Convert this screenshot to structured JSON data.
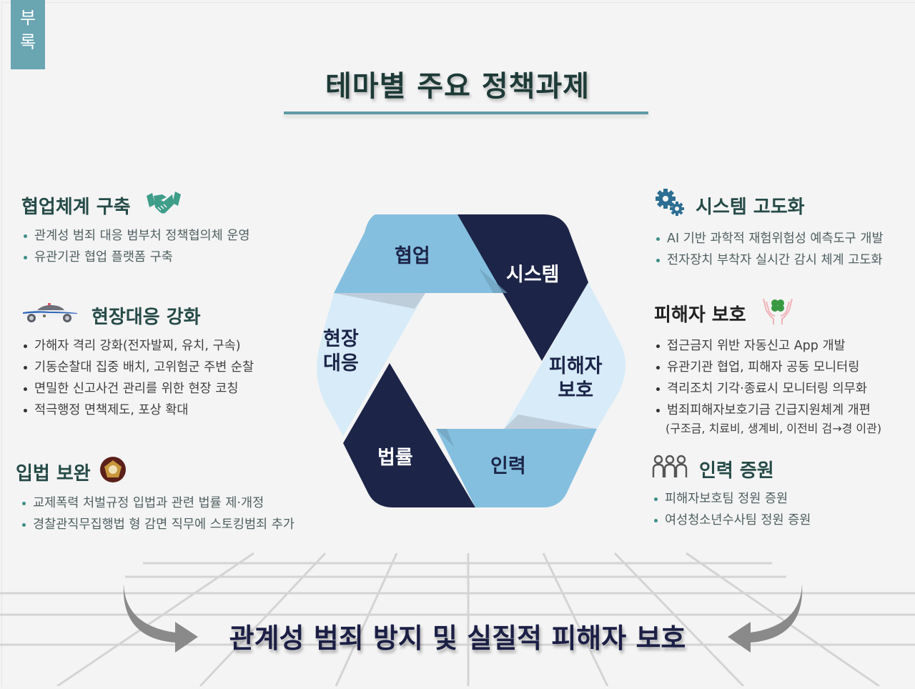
{
  "tag": {
    "chars": [
      "부",
      "록"
    ],
    "color": "#6aa5b2"
  },
  "title": "테마별 주요 정책과제",
  "left_sections": [
    {
      "heading": "협업체계 구축",
      "icon": "handshake-icon",
      "items": [
        "관계성 범죄 대응 범부처 정책협의체 운영",
        "유관기관 협업 플랫폼 구축"
      ]
    },
    {
      "heading": "현장대응 강화",
      "icon": "police-car-icon",
      "items": [
        "가해자 격리 강화(전자발찌, 유치, 구속)",
        "기동순찰대 집중 배치, 고위험군 주변 순찰",
        "면밀한 신고사건 관리를 위한 현장 코칭",
        "적극행정 면책제도, 포상 확대"
      ]
    },
    {
      "heading": "입법 보완",
      "icon": "national-assembly-emblem-icon",
      "items": [
        "교제폭력 처벌규정 입법과 관련 법률 제·개정",
        "경찰관직무집행법 형 감면 직무에 스토킹범죄 추가"
      ]
    }
  ],
  "right_sections": [
    {
      "heading": "시스템 고도화",
      "icon": "gears-icon",
      "items": [
        "AI 기반 과학적 재험위험성 예측도구 개발",
        "전자장치 부착자 실시간 감시 체계 고도화"
      ]
    },
    {
      "heading": "피해자 보호",
      "icon": "hands-clover-icon",
      "items": [
        "접근금지 위반 자동신고 App 개발",
        "유관기관 협업, 피해자 공동 모니터링",
        "격리조치 기각·종료시 모니터링 의무화",
        "범죄피해자보호기금 긴급지원체계 개편"
      ],
      "item_note": "(구조금, 치료비, 생계비, 이전비 검→경 이관)"
    },
    {
      "heading": "인력 증원",
      "icon": "people-group-icon",
      "items": [
        "피해자보호팀 정원 증원",
        "여성청소년수사팀 정원 증원"
      ]
    }
  ],
  "hexagon": {
    "segments": [
      {
        "label": "협업",
        "color": "#85bfdf",
        "text_color": "#1c2448"
      },
      {
        "label": "시스템",
        "color": "#1c2448",
        "text_color": "#ffffff"
      },
      {
        "label": "피해자\n보호",
        "line1": "피해자",
        "line2": "보호",
        "color": "#d7ebf8",
        "text_color": "#1c2448"
      },
      {
        "label": "인력",
        "color": "#85bfdf",
        "text_color": "#1c2448"
      },
      {
        "label": "법률",
        "color": "#1c2448",
        "text_color": "#ffffff"
      },
      {
        "label": "현장\n대응",
        "line1": "현장",
        "line2": "대응",
        "color": "#d7ebf8",
        "text_color": "#1c2448"
      }
    ]
  },
  "goal": "관계성 범죄 방지 및 실질적 피해자 보호",
  "colors": {
    "heading": "#264b48",
    "accent": "#3c8e87",
    "navy": "#1c2448",
    "light_blue": "#85bfdf",
    "pale_blue": "#d7ebf8"
  }
}
